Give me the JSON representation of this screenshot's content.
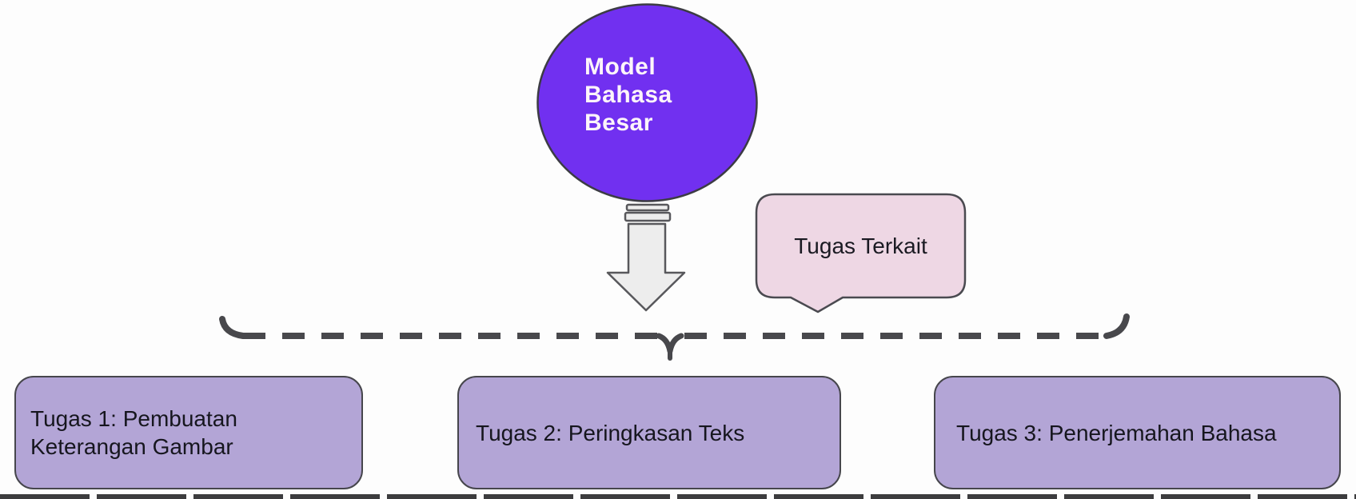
{
  "diagram": {
    "llm": {
      "label": "Model\nBahasa\nBesar"
    },
    "callout": {
      "label": "Tugas Terkait"
    },
    "tasks": [
      {
        "label": "Tugas 1: Pembuatan Keterangan Gambar"
      },
      {
        "label": "Tugas 2: Peringkasan Teks"
      },
      {
        "label": "Tugas 3: Penerjemahan Bahasa"
      }
    ],
    "colors": {
      "background": "#fdfdfd",
      "circle_fill": "#7130f0",
      "circle_text": "#fdf4fa",
      "arrow_fill": "#ededed",
      "callout_fill": "#eed7e4",
      "task_fill": "#b3a5d6",
      "outline": "#46464c",
      "brace_dash": "#48484c",
      "text": "#16161e"
    }
  }
}
